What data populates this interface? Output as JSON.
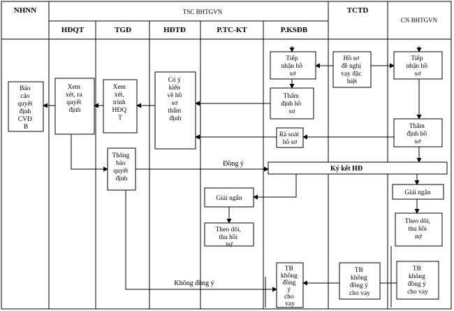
{
  "headers": {
    "nhnn": "NHNN",
    "tsc": "TSC BHTGVN",
    "tctd": "TCTD",
    "cn": "CN BHTGVN",
    "hdqt": "HĐQT",
    "tgd": "TGĐ",
    "hdtd": "HĐTĐ",
    "ptckt": "P.TC-KT",
    "pksdb": "P.KSĐB"
  },
  "boxes": {
    "bao_cao": [
      "Báo",
      "cáo",
      "quyết",
      "định",
      "CVĐ",
      "B"
    ],
    "xem_xet_ra_qd": [
      "Xem",
      "xét, ra",
      "quyết",
      "định"
    ],
    "xem_xet_trinh": [
      "Xem",
      "xét,",
      "trình",
      "HĐQ",
      "T"
    ],
    "co_y_kien": [
      "Có ý",
      "kiến",
      "về hồ",
      "sơ",
      "thẩm",
      "định"
    ],
    "tiep_nhan_1": [
      "Tiếp",
      "nhận hồ",
      "sơ"
    ],
    "ho_so_de_nghi": [
      "Hồ sơ",
      "đề nghị",
      "vay đặc",
      "biệt"
    ],
    "tiep_nhan_2": [
      "Tiếp",
      "nhận hồ",
      "sơ"
    ],
    "tham_dinh_1": [
      "Thẩm",
      "định hồ",
      "sơ"
    ],
    "ra_soat": [
      "Rà soát",
      "hồ sơ"
    ],
    "tham_dinh_2": [
      "Thẩm",
      "định hồ",
      "sơ"
    ],
    "thong_bao_qd": [
      "Thông",
      "báo",
      "quyết",
      "định"
    ],
    "ky_ket": "Ký kết HĐ",
    "giai_ngan_1": "Giải ngân",
    "giai_ngan_2": "Giải ngân",
    "theo_doi_1": [
      "Theo dõi,",
      "thu hồi",
      "nợ"
    ],
    "theo_doi_2": [
      "Theo dõi,",
      "thu hồi",
      "nợ"
    ],
    "tb_1": [
      "TB",
      "không",
      "đồng",
      "ý",
      "cho",
      "vay"
    ],
    "tb_2": [
      "TB",
      "không",
      "đồng ý",
      "cho vay"
    ],
    "tb_3": [
      "TB",
      "không",
      "đồng ý",
      "cho vay"
    ]
  },
  "labels": {
    "dong_y": "Đồng ý",
    "khong_dong_y": "Không đồng ý"
  }
}
